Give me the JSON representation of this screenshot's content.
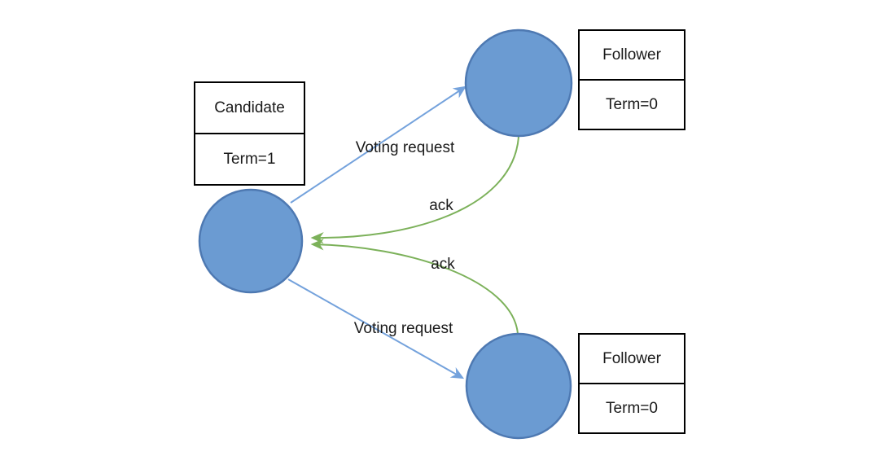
{
  "diagram": {
    "title": "raft-leader-election-voting",
    "nodes": {
      "candidate": {
        "label": "Candidate",
        "term": "Term=1"
      },
      "follower_top": {
        "label": "Follower",
        "term": "Term=0"
      },
      "follower_bottom": {
        "label": "Follower",
        "term": "Term=0"
      }
    },
    "edges": {
      "voting_request_top": {
        "label": "Voting request"
      },
      "voting_request_bottom": {
        "label": "Voting request"
      },
      "ack_top": {
        "label": "ack"
      },
      "ack_bottom": {
        "label": "ack"
      }
    },
    "colors": {
      "node_fill": "#6B9BD2",
      "node_stroke": "#4E79B2",
      "request_arrow": "#74A2DC",
      "ack_arrow": "#7CB15A",
      "box_border": "#000000",
      "text_color": "#1a1a1a"
    }
  }
}
